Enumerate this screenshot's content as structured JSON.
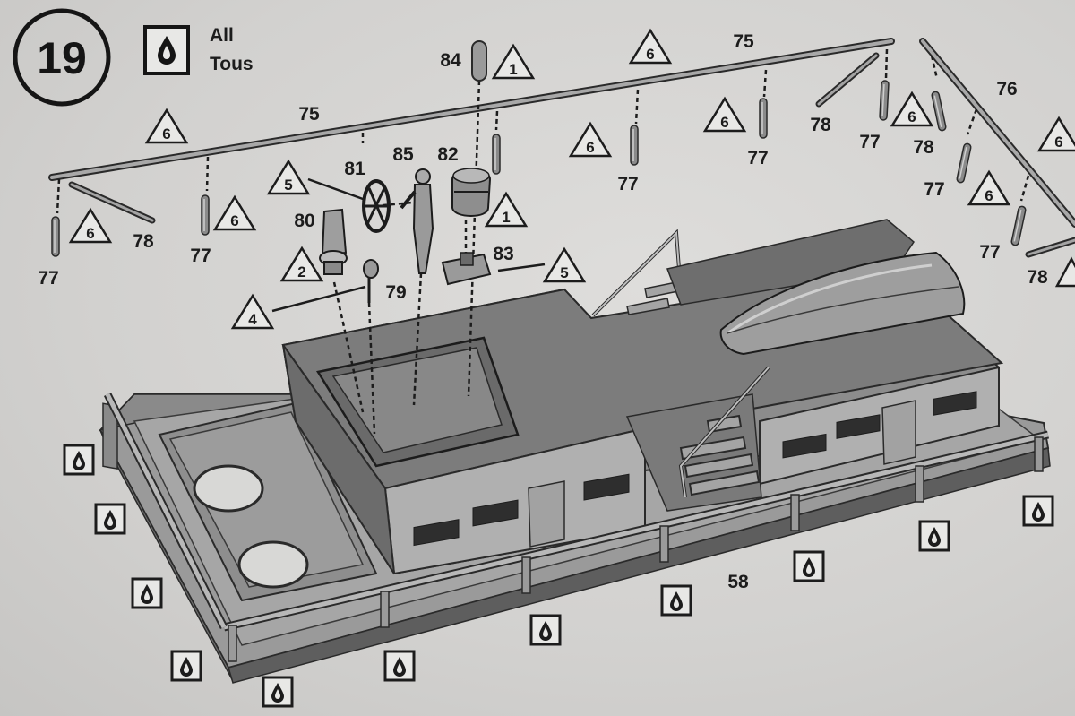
{
  "step": {
    "number": "19"
  },
  "legend": {
    "icon": "glue-drop-icon",
    "line1": "All",
    "line2": "Tous"
  },
  "part_labels": {
    "rail_left": "75",
    "rail_top": "75",
    "rail_right": "76",
    "deck": "58",
    "figure": "85",
    "light": "82",
    "light_base": "83",
    "wheel": "81",
    "ventilator": "80",
    "horn": "79",
    "mast": "84",
    "post": "77",
    "brace": "78"
  },
  "triangle_values": {
    "six": "6",
    "five": "5",
    "four": "4",
    "two": "2",
    "one": "1"
  },
  "colors": {
    "ink": "#1c1c1c",
    "paper": "#d6d6d4",
    "hull_dark": "#6e6e6e",
    "hull_mid": "#8c8c8c",
    "hull_light": "#a8a8a8"
  }
}
